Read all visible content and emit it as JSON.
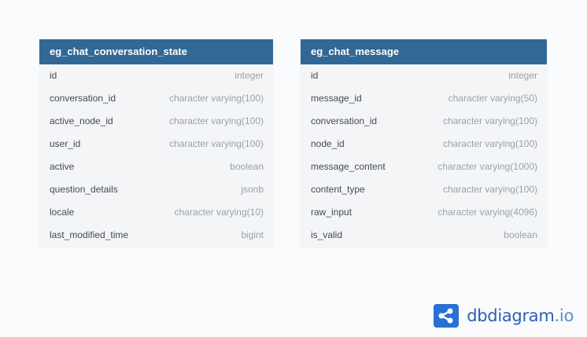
{
  "tables": [
    {
      "name": "eg_chat_conversation_state",
      "columns": [
        {
          "name": "id",
          "type": "integer"
        },
        {
          "name": "conversation_id",
          "type": "character varying(100)"
        },
        {
          "name": "active_node_id",
          "type": "character varying(100)"
        },
        {
          "name": "user_id",
          "type": "character varying(100)"
        },
        {
          "name": "active",
          "type": "boolean"
        },
        {
          "name": "question_details",
          "type": "jsonb"
        },
        {
          "name": "locale",
          "type": "character varying(10)"
        },
        {
          "name": "last_modified_time",
          "type": "bigint"
        }
      ]
    },
    {
      "name": "eg_chat_message",
      "columns": [
        {
          "name": "id",
          "type": "integer"
        },
        {
          "name": "message_id",
          "type": "character varying(50)"
        },
        {
          "name": "conversation_id",
          "type": "character varying(100)"
        },
        {
          "name": "node_id",
          "type": "character varying(100)"
        },
        {
          "name": "message_content",
          "type": "character varying(1000)"
        },
        {
          "name": "content_type",
          "type": "character varying(100)"
        },
        {
          "name": "raw_input",
          "type": "character varying(4096)"
        },
        {
          "name": "is_valid",
          "type": "boolean"
        }
      ]
    }
  ],
  "brand": {
    "name": "dbdiagram",
    "tld": ".io",
    "icon": "share-nodes-icon"
  },
  "colors": {
    "header_bg": "#316896",
    "table_bg": "#f4f5f7",
    "brand_blue": "#2a6fd6"
  }
}
